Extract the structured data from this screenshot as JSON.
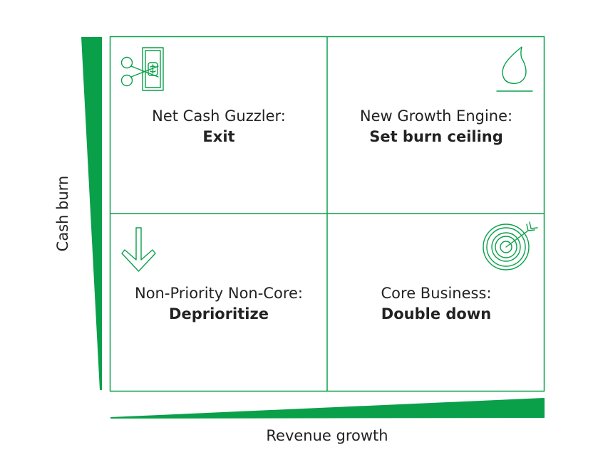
{
  "colors": {
    "accent": "#0aa04a",
    "text": "#222222",
    "background": "#ffffff"
  },
  "axes": {
    "y_label": "Cash burn",
    "x_label": "Revenue growth"
  },
  "quadrants": [
    {
      "id": "top-left",
      "title": "Net Cash Guzzler:",
      "action": "Exit",
      "icon": "cutting-cash-icon"
    },
    {
      "id": "top-right",
      "title": "New Growth Engine:",
      "action": "Set burn ceiling",
      "icon": "flame-icon"
    },
    {
      "id": "bottom-left",
      "title": "Non-Priority Non-Core:",
      "action": "Deprioritize",
      "icon": "down-arrow-icon"
    },
    {
      "id": "bottom-right",
      "title": "Core Business:",
      "action": "Double down",
      "icon": "target-icon"
    }
  ]
}
